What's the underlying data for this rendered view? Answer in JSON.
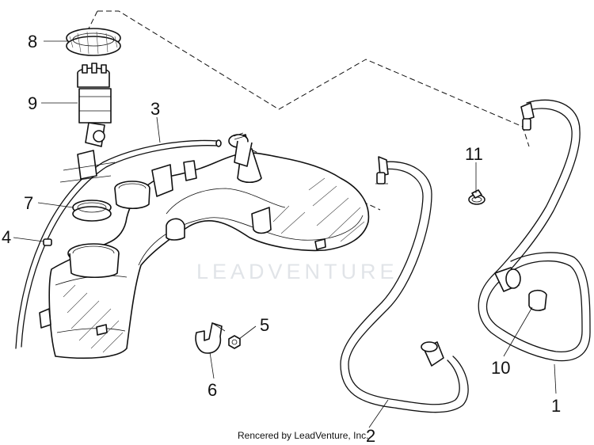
{
  "callouts": {
    "c1": "1",
    "c2": "2",
    "c3": "3",
    "c4": "4",
    "c5": "5",
    "c6": "6",
    "c7": "7",
    "c8": "8",
    "c9": "9",
    "c10": "10",
    "c11": "11"
  },
  "watermark": "LEADVENTURE",
  "footer": "Rencered by LeadVenture, Inc."
}
